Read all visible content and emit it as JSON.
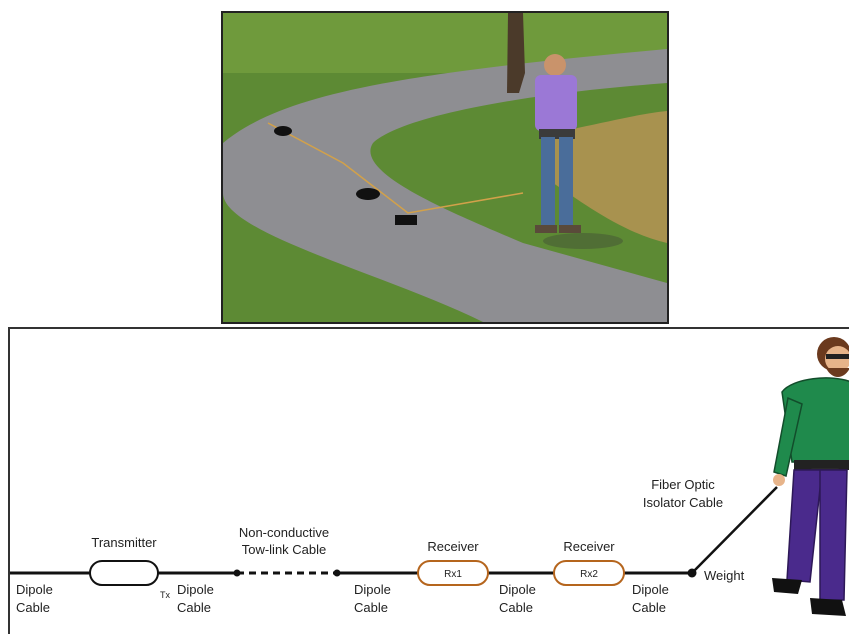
{
  "diagram": {
    "transmitter": "Transmitter",
    "tx_marker": "Tx",
    "tow_link": [
      "Non-conductive",
      "Tow-link Cable"
    ],
    "receiver_1": "Receiver",
    "receiver_1_tag": "Rx1",
    "receiver_2": "Receiver",
    "receiver_2_tag": "Rx2",
    "fiber_optic": [
      "Fiber Optic",
      "Isolator Cable"
    ],
    "weight": "Weight",
    "dipole_cable": [
      "Dipole",
      "Cable"
    ]
  },
  "colors": {
    "receiver_outline": "#b5651d",
    "operator_shirt": "#1f8a4c",
    "operator_pants": "#4a2a8c",
    "photo_shirt": "#9b78d6",
    "grass": "#4f7a2c",
    "path": "#8e8e92"
  },
  "icons": [
    "transmitter-unit-icon",
    "receiver-unit-icon",
    "weight-icon",
    "walking-operator-icon"
  ]
}
